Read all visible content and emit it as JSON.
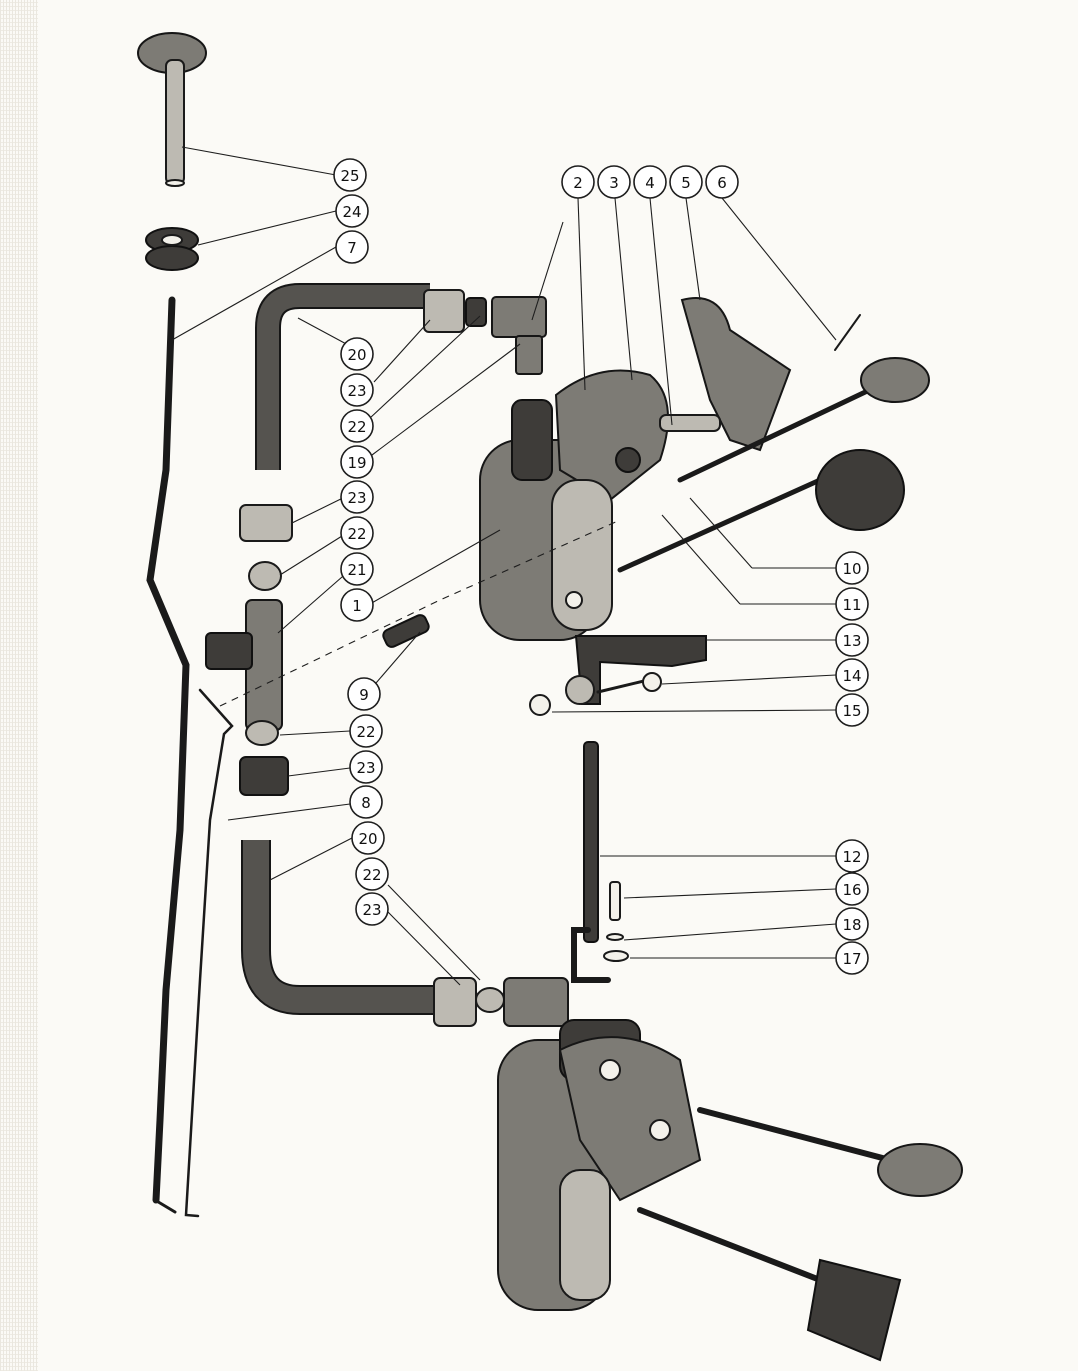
{
  "callouts": [
    {
      "id": "c25",
      "label": "25"
    },
    {
      "id": "c24",
      "label": "24"
    },
    {
      "id": "c7",
      "label": "7"
    },
    {
      "id": "c2",
      "label": "2"
    },
    {
      "id": "c3",
      "label": "3"
    },
    {
      "id": "c4",
      "label": "4"
    },
    {
      "id": "c5",
      "label": "5"
    },
    {
      "id": "c6",
      "label": "6"
    },
    {
      "id": "c20a",
      "label": "20"
    },
    {
      "id": "c23a",
      "label": "23"
    },
    {
      "id": "c22a",
      "label": "22"
    },
    {
      "id": "c19",
      "label": "19"
    },
    {
      "id": "c23b",
      "label": "23"
    },
    {
      "id": "c22b",
      "label": "22"
    },
    {
      "id": "c21",
      "label": "21"
    },
    {
      "id": "c1",
      "label": "1"
    },
    {
      "id": "c10",
      "label": "10"
    },
    {
      "id": "c11",
      "label": "11"
    },
    {
      "id": "c13",
      "label": "13"
    },
    {
      "id": "c14",
      "label": "14"
    },
    {
      "id": "c9",
      "label": "9"
    },
    {
      "id": "c15",
      "label": "15"
    },
    {
      "id": "c22c",
      "label": "22"
    },
    {
      "id": "c23c",
      "label": "23"
    },
    {
      "id": "c8",
      "label": "8"
    },
    {
      "id": "c20b",
      "label": "20"
    },
    {
      "id": "c22d",
      "label": "22"
    },
    {
      "id": "c23d",
      "label": "23"
    },
    {
      "id": "c12",
      "label": "12"
    },
    {
      "id": "c16",
      "label": "16"
    },
    {
      "id": "c18",
      "label": "18"
    },
    {
      "id": "c17",
      "label": "17"
    }
  ]
}
